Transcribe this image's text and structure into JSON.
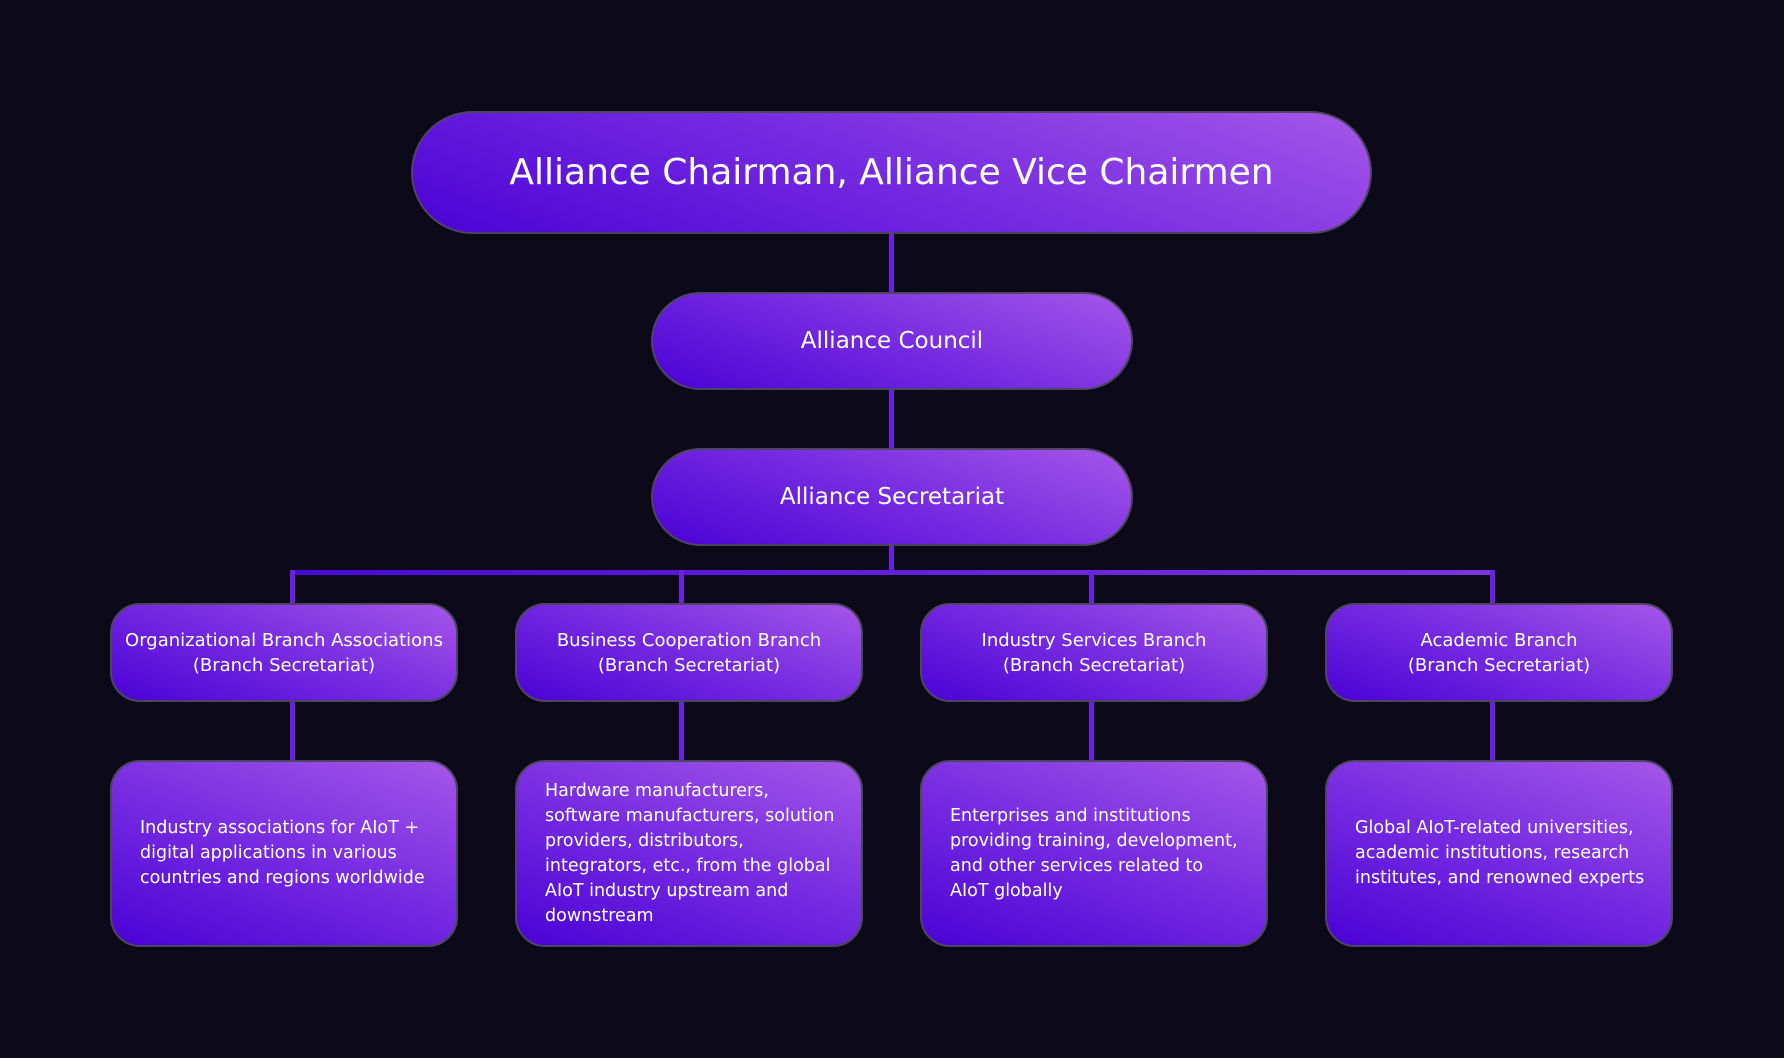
{
  "top": {
    "title": "Alliance Chairman, Alliance Vice Chairmen"
  },
  "council": {
    "title": "Alliance Council"
  },
  "secretariat": {
    "title": "Alliance Secretariat"
  },
  "branches": [
    {
      "name": "Organizational Branch Associations",
      "sub": "(Branch Secretariat)",
      "description": "Industry associations for AIoT + digital applications in various countries and regions worldwide"
    },
    {
      "name": "Business Cooperation Branch",
      "sub": "(Branch Secretariat)",
      "description": "Hardware manufacturers, software manufacturers, solution providers, distributors, integrators, etc., from the global AIoT industry upstream and downstream"
    },
    {
      "name": "Industry Services Branch",
      "sub": "(Branch Secretariat)",
      "description": "Enterprises and institutions providing training, development, and other services related to AIoT globally"
    },
    {
      "name": "Academic Branch",
      "sub": "(Branch Secretariat)",
      "description": "Global AIoT-related universities, academic institutions, research institutes, and renowned experts"
    }
  ]
}
